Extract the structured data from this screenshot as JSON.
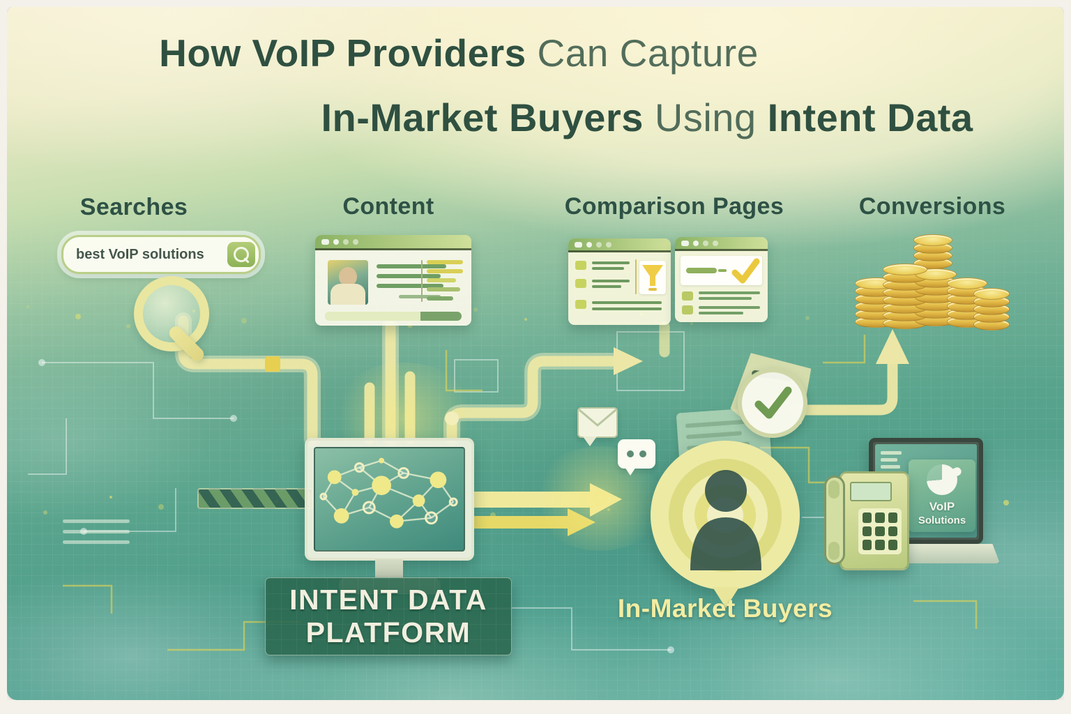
{
  "title": {
    "l1_bold": "How VoIP Providers",
    "l1_light": " Can Capture",
    "l2_bold_a": "In-Market Buyers",
    "l2_light": " Using ",
    "l2_bold_b": "Intent Data"
  },
  "columns": {
    "searches": "Searches",
    "content": "Content",
    "comparison": "Comparison Pages",
    "conversions": "Conversions"
  },
  "search": {
    "query": "best VoIP solutions"
  },
  "platform": {
    "line1": "INTENT DATA",
    "line2": "PLATFORM"
  },
  "buyers": {
    "label": "In-Market Buyers"
  },
  "device": {
    "line1": "VoIP",
    "line2": "Solutions"
  },
  "icons": {
    "search_button": "magnifier-icon",
    "searches_visual": "magnifying-glass",
    "comparison_visual_1": "funnel-icon",
    "comparison_visual_2": "checkmark-icon",
    "conversions_visual": "gold-coin-stacks",
    "platform_visual": "network-graph-monitor",
    "buyers_visual": "bullseye-person",
    "approval_badge": "check-badge",
    "message_icons": [
      "envelope-icon",
      "chat-bubble-icon"
    ],
    "device_visuals": [
      "desk-phone",
      "laptop-pie-chart"
    ]
  },
  "colors": {
    "headline": "#2f5041",
    "pipe_yellow": "#ece7a6",
    "accent_gold": "#e8cf52",
    "teal_background": "#58a38c",
    "cream_top": "#f6efd2",
    "label_box_green": "#2b6850",
    "buyers_text_yellow": "#f3eda2",
    "coin_gold": "#e2ba47"
  }
}
